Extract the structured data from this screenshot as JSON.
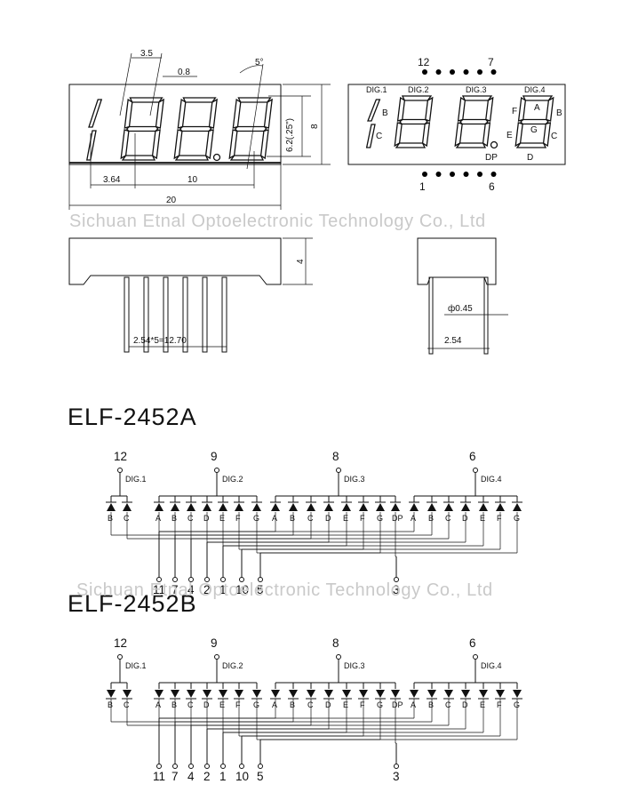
{
  "watermark": "Sichuan Etnal Optoelectronic Technology Co., Ltd",
  "front": {
    "dims": {
      "pitch": "3.5",
      "gap": "0.8",
      "tilt": "5°",
      "height": "6.2(.25\")",
      "body_h": "8",
      "first": "3.64",
      "span": "10",
      "width": "20"
    }
  },
  "pinout": {
    "top_left": "12",
    "top_right": "7",
    "bottom_left": "1",
    "bottom_right": "6",
    "digits": [
      "DIG.1",
      "DIG.2",
      "DIG.3",
      "DIG.4"
    ],
    "seg_labels": {
      "a": "A",
      "b": "B",
      "c": "C",
      "d": "D",
      "e": "E",
      "f": "F",
      "g": "G",
      "dp": "DP"
    }
  },
  "side": {
    "height": "4",
    "pitch": "2.54*5=12.70"
  },
  "end": {
    "pin_dia": "ф0.45",
    "pitch": "2.54"
  },
  "schematics": [
    {
      "title": "ELF-2452A",
      "commons": [
        {
          "pin": "12",
          "dig": "DIG.1"
        },
        {
          "pin": "9",
          "dig": "DIG.2"
        },
        {
          "pin": "8",
          "dig": "DIG.3"
        },
        {
          "pin": "6",
          "dig": "DIG.4"
        }
      ],
      "segments": [
        "B",
        "C",
        "A",
        "B",
        "C",
        "D",
        "E",
        "F",
        "G",
        "A",
        "B",
        "C",
        "D",
        "E",
        "F",
        "G",
        "DP",
        "A",
        "B",
        "C",
        "D",
        "E",
        "F",
        "G"
      ],
      "pins": [
        "11",
        "7",
        "4",
        "2",
        "1",
        "10",
        "5",
        "3"
      ],
      "polarity": "common-anode"
    },
    {
      "title": "ELF-2452B",
      "commons": [
        {
          "pin": "12",
          "dig": "DIG.1"
        },
        {
          "pin": "9",
          "dig": "DIG.2"
        },
        {
          "pin": "8",
          "dig": "DIG.3"
        },
        {
          "pin": "6",
          "dig": "DIG.4"
        }
      ],
      "segments": [
        "B",
        "C",
        "A",
        "B",
        "C",
        "D",
        "E",
        "F",
        "G",
        "A",
        "B",
        "C",
        "D",
        "E",
        "F",
        "G",
        "DP",
        "A",
        "B",
        "C",
        "D",
        "E",
        "F",
        "G"
      ],
      "pins": [
        "11",
        "7",
        "4",
        "2",
        "1",
        "10",
        "5",
        "3"
      ],
      "polarity": "common-cathode"
    }
  ]
}
